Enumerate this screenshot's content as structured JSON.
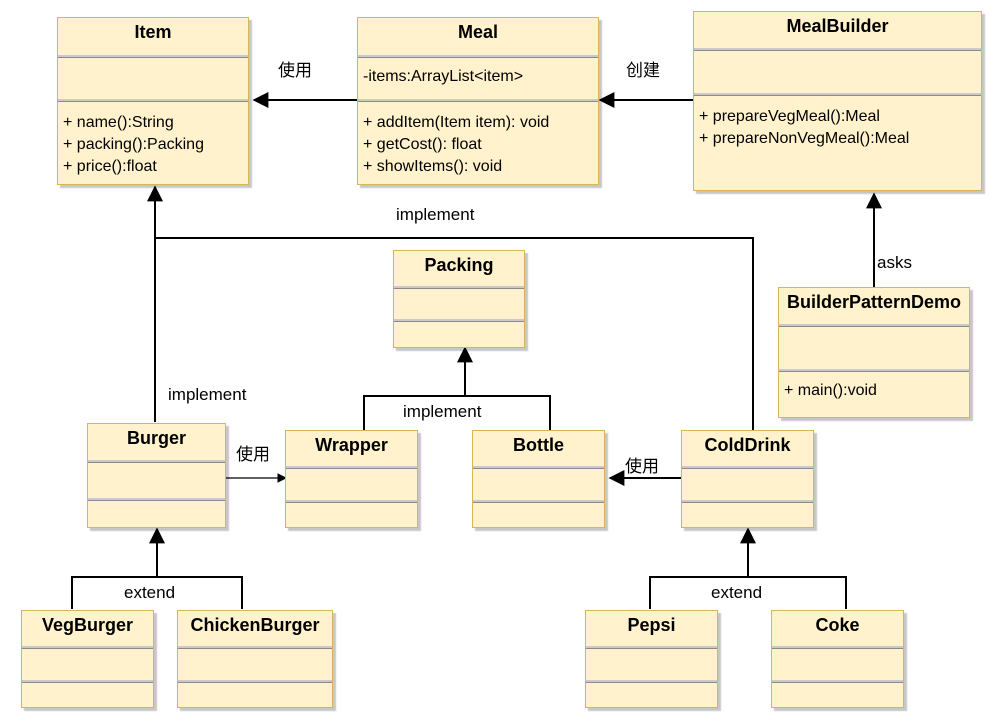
{
  "classes": {
    "item": {
      "name": "Item",
      "attributes": [],
      "methods": [
        "+ name():String",
        "+ packing():Packing",
        "+ price():float"
      ]
    },
    "meal": {
      "name": "Meal",
      "attributes": [
        "-items:ArrayList<item>"
      ],
      "methods": [
        "+ addItem(Item item): void",
        "+ getCost(): float",
        "+ showItems(): void"
      ]
    },
    "meal_builder": {
      "name": "MealBuilder",
      "attributes": [],
      "methods": [
        "+ prepareVegMeal():Meal",
        "+ prepareNonVegMeal():Meal"
      ]
    },
    "packing": {
      "name": "Packing"
    },
    "builder_demo": {
      "name": "BuilderPatternDemo",
      "methods": [
        "+ main():void"
      ]
    },
    "burger": {
      "name": "Burger"
    },
    "wrapper": {
      "name": "Wrapper"
    },
    "bottle": {
      "name": "Bottle"
    },
    "cold_drink": {
      "name": "ColdDrink"
    },
    "veg_burger": {
      "name": "VegBurger"
    },
    "chicken_burger": {
      "name": "ChickenBurger"
    },
    "pepsi": {
      "name": "Pepsi"
    },
    "coke": {
      "name": "Coke"
    }
  },
  "edge_labels": {
    "meal_uses_item": "使用",
    "builder_creates_meal": "创建",
    "cold_drink_implements": "implement",
    "demo_asks_builder": "asks",
    "burger_implements": "implement",
    "packing_implementations": "implement",
    "burger_uses_wrapper": "使用",
    "cold_drink_uses_bottle": "使用",
    "burger_extend": "extend",
    "cold_drink_extend": "extend"
  }
}
